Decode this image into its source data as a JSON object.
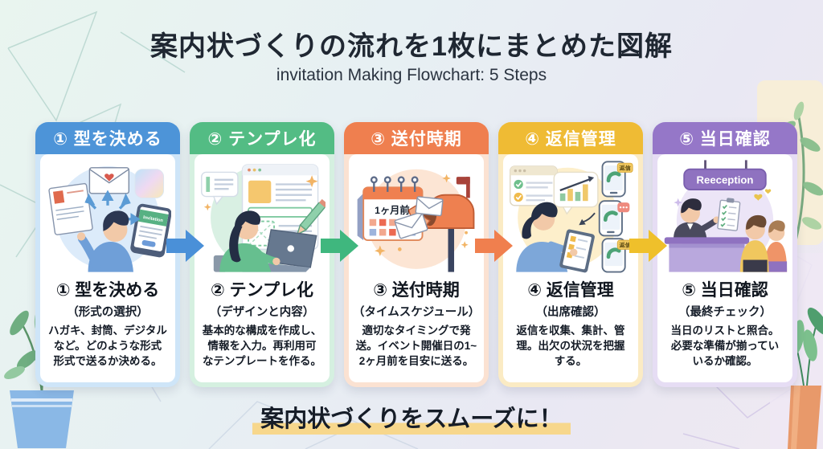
{
  "page": {
    "title": "案内状づくりの流れを1枚にまとめた図解",
    "subtitle": "invitation Making Flowchart: 5 Steps",
    "footer_headline": "案内状づくりをスムーズに！"
  },
  "steps": [
    {
      "header_label": "① 型を決める",
      "heading": "① 型を決める",
      "subheading": "（形式の選択）",
      "body": "ハガキ、封筒、デジタル\nなど。どのような形式\n形式で送るか決める。",
      "accent_color": "#4D94D8",
      "tint_color": "#CEE5F8"
    },
    {
      "header_label": "② テンプレ化",
      "heading": "② テンプレ化",
      "subheading": "（デザインと内容）",
      "body": "基本的な構成を作成し、\n情報を入力。再利用可\nなテンプレートを作る。",
      "accent_color": "#53BC84",
      "tint_color": "#D5F0E0"
    },
    {
      "header_label": "③ 送付時期",
      "heading": "③ 送付時期",
      "subheading": "（タイムスケジュール）",
      "body": "適切なタイミングで発\n送。イベント開催日の1~\n2ヶ月前を目安に送る。",
      "accent_color": "#EF7F4F",
      "tint_color": "#FBE2D2"
    },
    {
      "header_label": "④ 返信管理",
      "heading": "④ 返信管理",
      "subheading": "（出席確認）",
      "body": "返信を収集、集計、管\n理。出欠の状況を把握\nする。",
      "accent_color": "#EFBB34",
      "tint_color": "#FBEBC4"
    },
    {
      "header_label": "⑤ 当日確認",
      "heading": "⑤ 当日確認",
      "subheading": "（最終チェック）",
      "body": "当日のリストと照合。\n必要な準備が揃ってい\nいるか確認。",
      "accent_color": "#9577C8",
      "tint_color": "#E6DDF4"
    }
  ],
  "arrow_colors": [
    "#4A90D8",
    "#3FB77E",
    "#F07F4E",
    "#EFC02B"
  ],
  "illustrations": {
    "tablet_label": "Invitation",
    "calendar_label": "1ヶ月前",
    "phone_tag_1": "返信",
    "phone_tag_2": "返信",
    "reception_sign": "Reeception"
  }
}
